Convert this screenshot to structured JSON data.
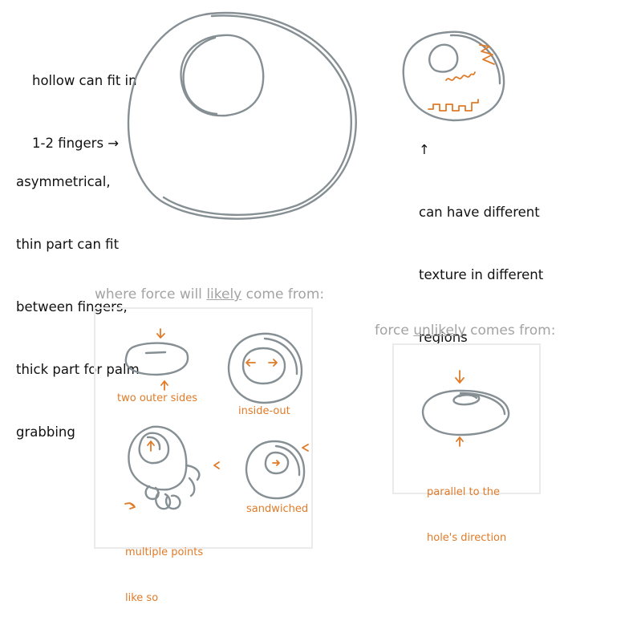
{
  "notes": {
    "hollow": [
      "hollow can fit in",
      "1-2 fingers →"
    ],
    "asymmetrical": [
      "asymmetrical,",
      "thin part can fit",
      "between fingers,",
      "thick part for palm",
      "grabbing"
    ],
    "texture_arrow": "↑",
    "texture": [
      "can have different",
      "texture in different",
      "regions"
    ]
  },
  "likely_panel": {
    "title_before": "where force will ",
    "title_emph": "likely",
    "title_after": " come from:",
    "labels": {
      "two_outer_sides": "two outer sides",
      "inside_out": "inside-out",
      "multiple_points": [
        "multiple points",
        "like so"
      ],
      "sandwiched": "sandwiched"
    }
  },
  "unlikely_panel": {
    "title_before": "force ",
    "title_emph": "unlikely",
    "title_after": " comes from:",
    "label": [
      "parallel to the",
      "hole's direction"
    ]
  },
  "colors": {
    "stroke_gray": "#868f93",
    "accent_orange": "#e07b28",
    "title_gray": "#a3a3a3"
  }
}
